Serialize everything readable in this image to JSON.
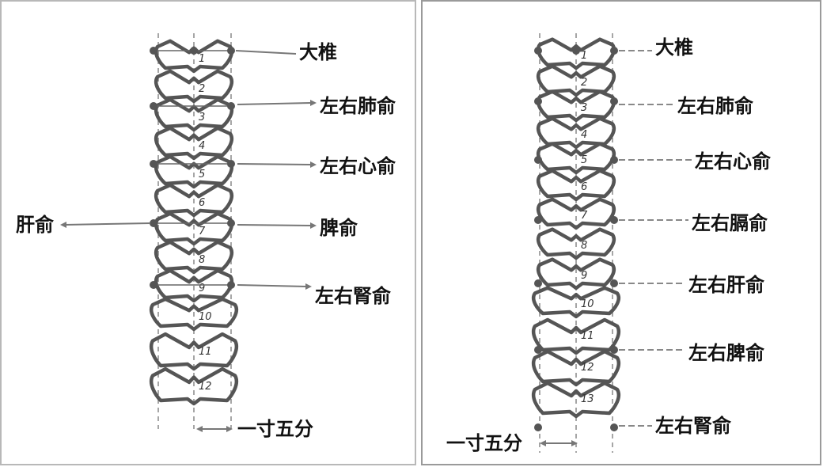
{
  "left_panel": {
    "labels": {
      "dazhui": "大椎",
      "feishu": "左右肺俞",
      "xinshu": "左右心俞",
      "ganshu": "肝俞",
      "pishu": "脾俞",
      "shenshu": "左右腎俞",
      "measure": "一寸五分"
    },
    "vertebra_numbers": [
      "1",
      "2",
      "3",
      "4",
      "5",
      "6",
      "7",
      "8",
      "9",
      "10",
      "11",
      "12"
    ]
  },
  "right_panel": {
    "labels": {
      "dazhui": "大椎",
      "feishu": "左右肺俞",
      "xinshu": "左右心俞",
      "geshu": "左右膈俞",
      "ganshu": "左右肝俞",
      "pishu": "左右脾俞",
      "shenshu": "左右腎俞",
      "measure": "一寸五分"
    },
    "vertebra_numbers": [
      "1",
      "2",
      "3",
      "4",
      "5",
      "6",
      "7",
      "8",
      "9",
      "10",
      "11",
      "12",
      "13"
    ]
  },
  "colors": {
    "spine_outline": "#555555",
    "ink": "#111111",
    "arrow": "#777777",
    "panel_border": "#b0b0b0"
  }
}
